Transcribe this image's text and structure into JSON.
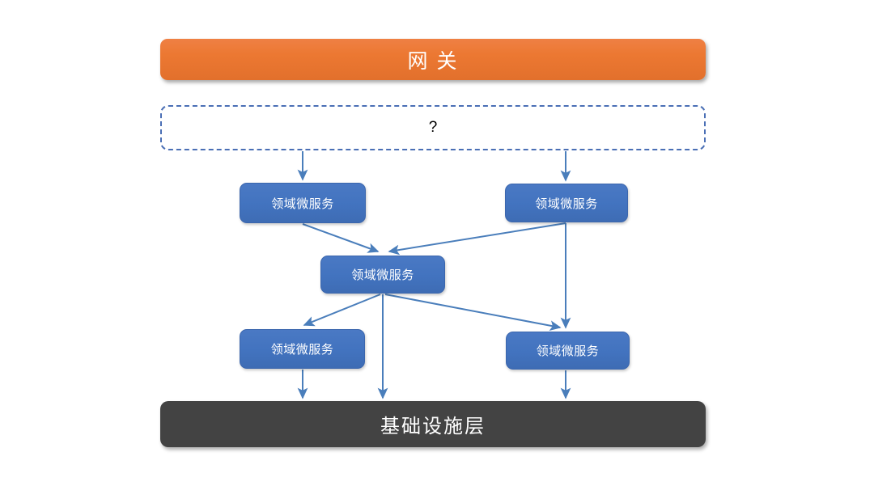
{
  "diagram": {
    "title_gateway": "网 关",
    "unknown_label": "?",
    "infrastructure_label": "基础设施层",
    "service_label": "领域微服务",
    "nodes": [
      {
        "id": "gateway",
        "label": "网 关",
        "kind": "gateway",
        "color": "#EC7832"
      },
      {
        "id": "unknown-layer",
        "label": "?",
        "kind": "dashed-container",
        "color": "#4A6FB5"
      },
      {
        "id": "service-top-left",
        "label": "领域微服务",
        "kind": "service",
        "color": "#4472C4"
      },
      {
        "id": "service-top-right",
        "label": "领域微服务",
        "kind": "service",
        "color": "#4472C4"
      },
      {
        "id": "service-center",
        "label": "领域微服务",
        "kind": "service",
        "color": "#4472C4"
      },
      {
        "id": "service-bottom-left",
        "label": "领域微服务",
        "kind": "service",
        "color": "#4472C4"
      },
      {
        "id": "service-bottom-right",
        "label": "领域微服务",
        "kind": "service",
        "color": "#4472C4"
      },
      {
        "id": "infrastructure",
        "label": "基础设施层",
        "kind": "layer",
        "color": "#434343"
      }
    ],
    "edges": [
      {
        "from": "unknown-layer",
        "to": "service-top-left",
        "arrow": true
      },
      {
        "from": "unknown-layer",
        "to": "service-top-right",
        "arrow": true
      },
      {
        "from": "service-top-left",
        "to": "service-center",
        "arrow": true
      },
      {
        "from": "service-top-right",
        "to": "service-center",
        "arrow": true
      },
      {
        "from": "service-top-right",
        "to": "service-bottom-right",
        "arrow": true
      },
      {
        "from": "service-center",
        "to": "service-bottom-left",
        "arrow": true
      },
      {
        "from": "service-center",
        "to": "service-bottom-right",
        "arrow": true
      },
      {
        "from": "service-center",
        "to": "infrastructure",
        "arrow": true
      },
      {
        "from": "service-bottom-left",
        "to": "infrastructure",
        "arrow": true
      },
      {
        "from": "service-bottom-right",
        "to": "infrastructure",
        "arrow": true
      }
    ],
    "colors": {
      "gateway_orange": "#EC7832",
      "service_blue": "#4472C4",
      "edge_blue": "#4A7EBB",
      "infrastructure_gray": "#434343",
      "dashed_border": "#4A6FB5",
      "text_white": "#FFFFFF",
      "background": "#FFFFFF"
    }
  }
}
